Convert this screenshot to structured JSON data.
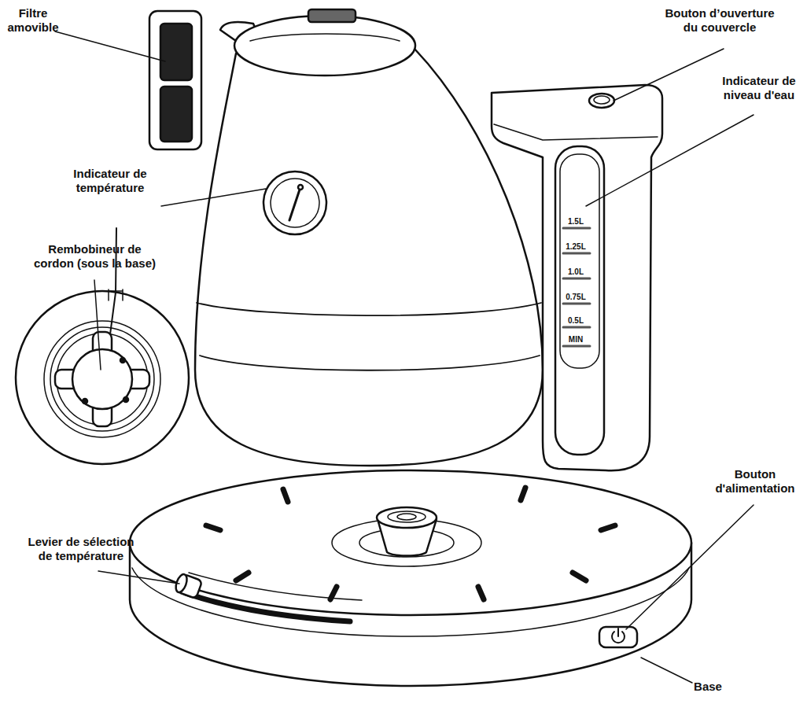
{
  "diagram": {
    "labels": [
      "Filtre amovible",
      "Bouton d’ouverture du couvercle",
      "Indicateur de niveau d'eau",
      "Indicateur de température",
      "Rembobineur de cordon (sous la base)",
      "Levier de sélection de température",
      "Bouton d'alimentation",
      "Base",
      "1.5L",
      "1.25L",
      "1.0L",
      "0.75L",
      "0.5L",
      "MIN"
    ]
  }
}
